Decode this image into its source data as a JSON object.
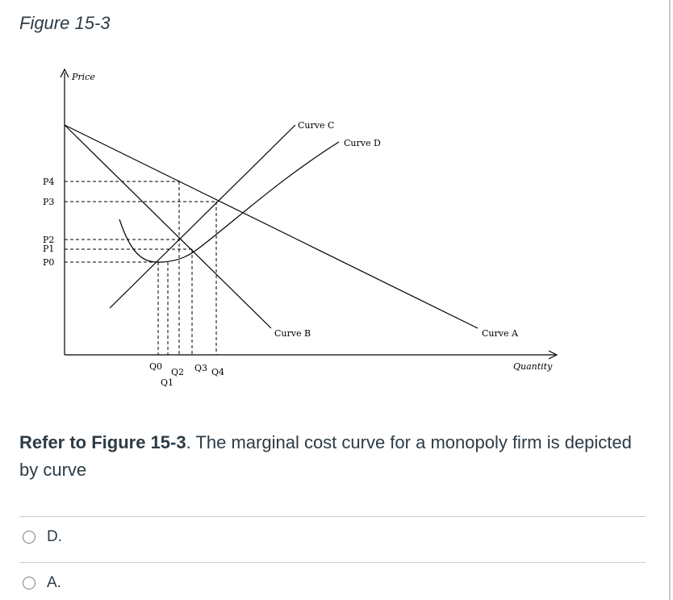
{
  "figure_title": "Figure 15-3",
  "graph": {
    "y_axis_label": "Price",
    "x_axis_label": "Quantity",
    "price_ticks": [
      "P4",
      "P3",
      "P2",
      "P1",
      "P0"
    ],
    "quantity_ticks": [
      "Q0",
      "Q1",
      "Q2",
      "Q3",
      "Q4"
    ],
    "curve_labels": {
      "a": "Curve A",
      "b": "Curve B",
      "c": "Curve C",
      "d": "Curve D"
    }
  },
  "question": {
    "ref": "Refer to Figure 15-3",
    "text": ". The marginal cost curve for a monopoly firm is depicted by curve"
  },
  "answers": [
    {
      "label": "D."
    },
    {
      "label": "A."
    }
  ]
}
